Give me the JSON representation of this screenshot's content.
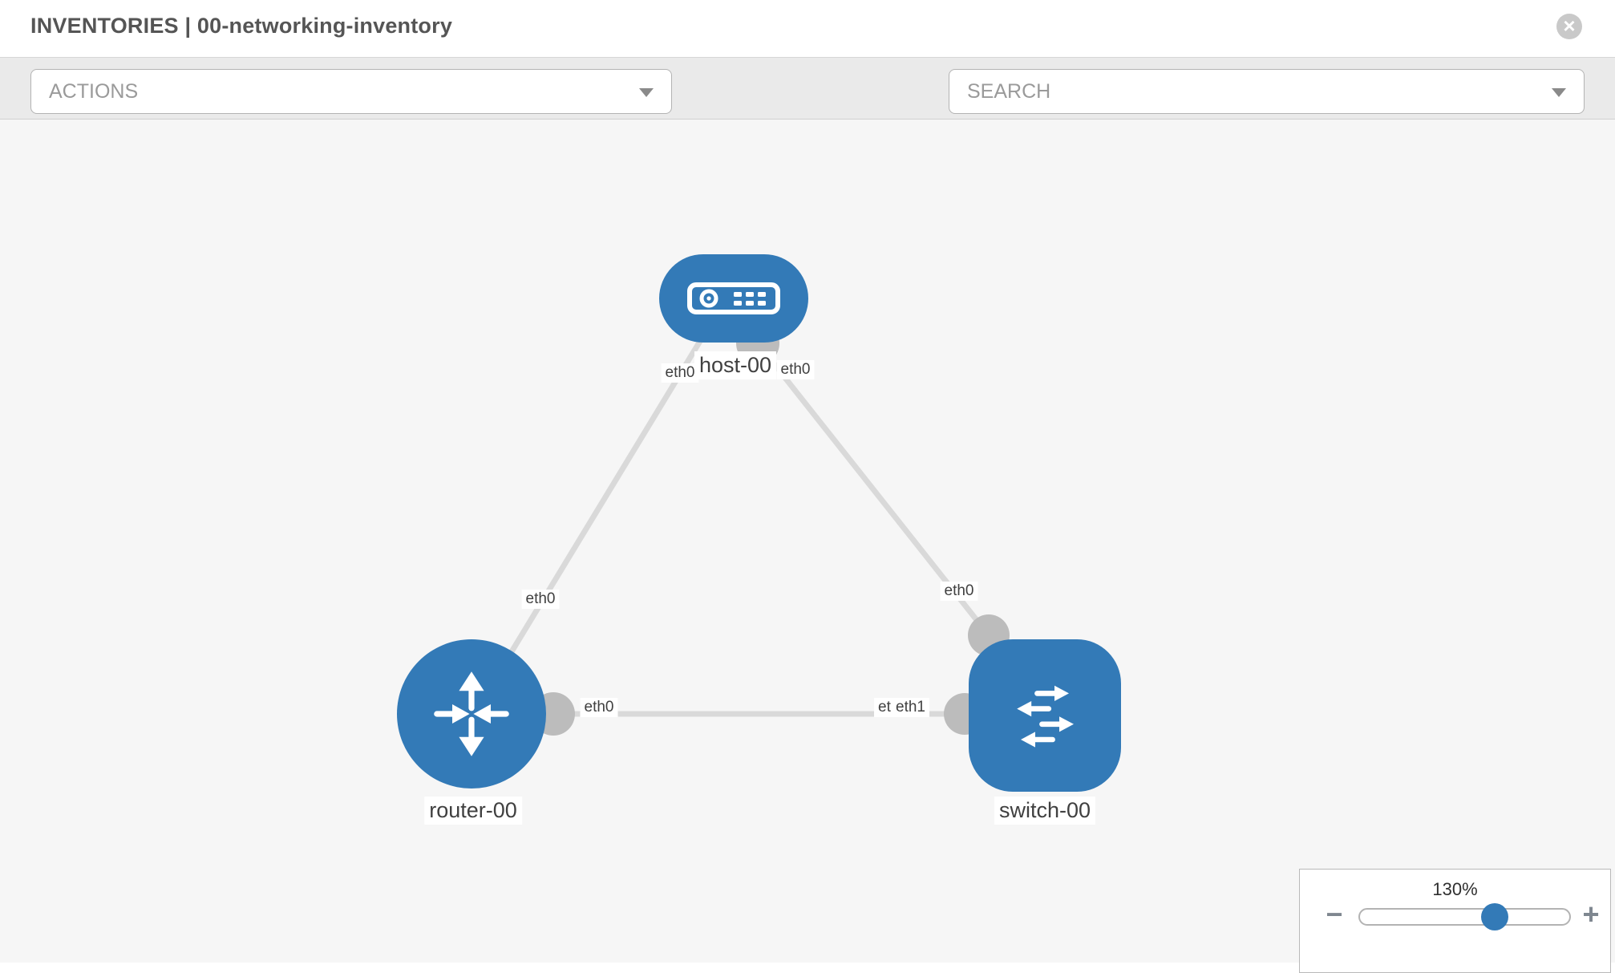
{
  "header": {
    "title": "INVENTORIES | 00-networking-inventory",
    "close_glyph": "×"
  },
  "toolbar": {
    "actions_placeholder": "ACTIONS",
    "search_placeholder": "SEARCH",
    "icons": [
      "wrench-icon",
      "key-icon"
    ]
  },
  "topology": {
    "nodes": [
      {
        "label": "host-00",
        "type": "host"
      },
      {
        "label": "router-00",
        "type": "router"
      },
      {
        "label": "switch-00",
        "type": "switch"
      }
    ],
    "links": [
      {
        "from": "host-00",
        "to": "router-00",
        "from_iface": "eth0",
        "to_iface": "eth0"
      },
      {
        "from": "host-00",
        "to": "switch-00",
        "from_iface": "eth0",
        "to_iface": "eth0"
      },
      {
        "from": "router-00",
        "to": "switch-00",
        "from_iface": "eth0",
        "to_iface": "eth1"
      }
    ],
    "overlapped_iface_label": "eth0"
  },
  "zoom_control": {
    "level": "130%",
    "minus_label": "−",
    "plus_label": "+"
  },
  "colors": {
    "node_blue": "#337ab7",
    "link_gray": "#d9d9d9",
    "connector_gray": "#bcbcbc",
    "canvas_bg": "#f6f6f6",
    "toolbar_bg": "#eaeaea"
  }
}
